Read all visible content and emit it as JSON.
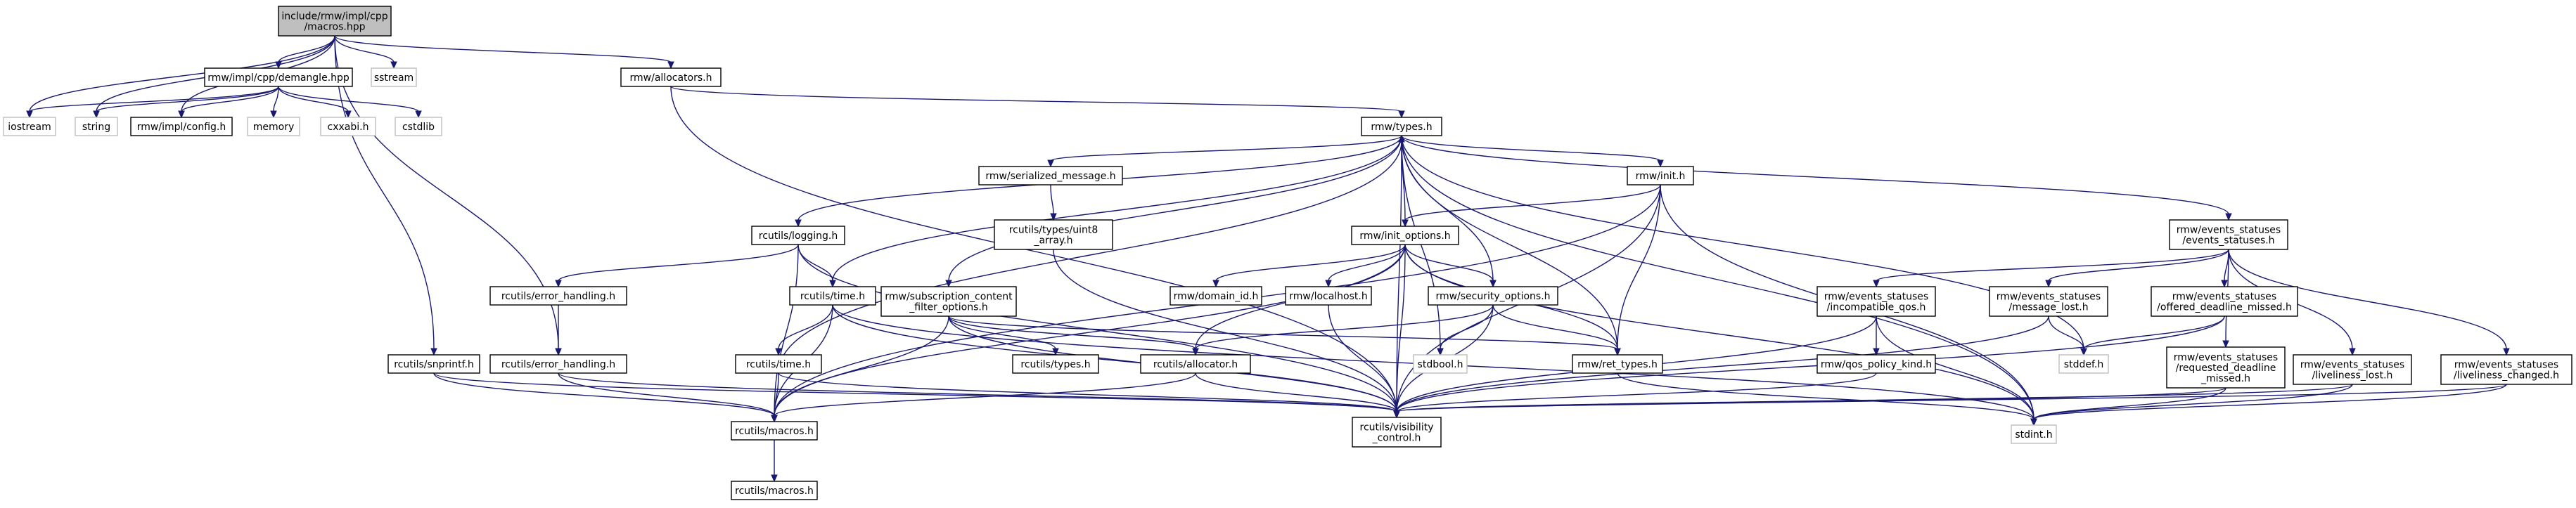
{
  "nodes": [
    {
      "id": "root",
      "label": [
        "include/rmw/impl/cpp",
        "/macros.hpp"
      ],
      "kind": "root"
    },
    {
      "id": "demangle",
      "label": [
        "rmw/impl/cpp/demangle.hpp"
      ],
      "kind": "file"
    },
    {
      "id": "sstream",
      "label": [
        "sstream"
      ],
      "kind": "system"
    },
    {
      "id": "allocators",
      "label": [
        "rmw/allocators.h"
      ],
      "kind": "file"
    },
    {
      "id": "iostream",
      "label": [
        "iostream"
      ],
      "kind": "system"
    },
    {
      "id": "string",
      "label": [
        "string"
      ],
      "kind": "system"
    },
    {
      "id": "config",
      "label": [
        "rmw/impl/config.h"
      ],
      "kind": "file"
    },
    {
      "id": "memory",
      "label": [
        "memory"
      ],
      "kind": "system"
    },
    {
      "id": "cxxabi",
      "label": [
        "cxxabi.h"
      ],
      "kind": "system"
    },
    {
      "id": "cstdlib",
      "label": [
        "cstdlib"
      ],
      "kind": "system"
    },
    {
      "id": "types",
      "label": [
        "rmw/types.h"
      ],
      "kind": "file"
    },
    {
      "id": "serialized_message",
      "label": [
        "rmw/serialized_message.h"
      ],
      "kind": "file"
    },
    {
      "id": "init",
      "label": [
        "rmw/init.h"
      ],
      "kind": "file"
    },
    {
      "id": "uint8_array",
      "label": [
        "rcutils/types/uint8",
        "_array.h"
      ],
      "kind": "file"
    },
    {
      "id": "logging",
      "label": [
        "rcutils/logging.h"
      ],
      "kind": "file"
    },
    {
      "id": "init_options",
      "label": [
        "rmw/init_options.h"
      ],
      "kind": "file"
    },
    {
      "id": "events_statuses",
      "label": [
        "rmw/events_statuses",
        "/events_statuses.h"
      ],
      "kind": "file"
    },
    {
      "id": "err_rmw",
      "label": [
        "rcutils/error_handling.h"
      ],
      "kind": "file"
    },
    {
      "id": "rcutils_time",
      "label": [
        "rcutils/time.h"
      ],
      "kind": "file"
    },
    {
      "id": "sub_content",
      "label": [
        "rmw/subscription_content",
        "_filter_options.h"
      ],
      "kind": "file"
    },
    {
      "id": "domain_id",
      "label": [
        "rmw/domain_id.h"
      ],
      "kind": "file"
    },
    {
      "id": "localhost",
      "label": [
        "rmw/localhost.h"
      ],
      "kind": "file"
    },
    {
      "id": "security_options",
      "label": [
        "rmw/security_options.h"
      ],
      "kind": "file"
    },
    {
      "id": "incompatible_qos",
      "label": [
        "rmw/events_statuses",
        "/incompatible_qos.h"
      ],
      "kind": "file"
    },
    {
      "id": "message_lost",
      "label": [
        "rmw/events_statuses",
        "/message_lost.h"
      ],
      "kind": "file"
    },
    {
      "id": "offered_deadline",
      "label": [
        "rmw/events_statuses",
        "/offered_deadline_missed.h"
      ],
      "kind": "file"
    },
    {
      "id": "err_rc",
      "label": [
        "rcutils/error_handling.h"
      ],
      "kind": "file"
    },
    {
      "id": "snprintf",
      "label": [
        "rcutils/snprintf.h"
      ],
      "kind": "file"
    },
    {
      "id": "rcutils_types",
      "label": [
        "rcutils/types.h"
      ],
      "kind": "file"
    },
    {
      "id": "allocator",
      "label": [
        "rcutils/allocator.h"
      ],
      "kind": "file"
    },
    {
      "id": "time2",
      "label": [
        "rcutils/time.h"
      ],
      "kind": "file"
    },
    {
      "id": "stdbool",
      "label": [
        "stdbool.h"
      ],
      "kind": "system"
    },
    {
      "id": "ret_types",
      "label": [
        "rmw/ret_types.h"
      ],
      "kind": "file"
    },
    {
      "id": "qos_policy_kind",
      "label": [
        "rmw/qos_policy_kind.h"
      ],
      "kind": "file"
    },
    {
      "id": "stddef",
      "label": [
        "stddef.h"
      ],
      "kind": "system"
    },
    {
      "id": "requested_deadline",
      "label": [
        "rmw/events_statuses",
        "/requested_deadline",
        "_missed.h"
      ],
      "kind": "file"
    },
    {
      "id": "liveliness_lost",
      "label": [
        "rmw/events_statuses",
        "/liveliness_lost.h"
      ],
      "kind": "file"
    },
    {
      "id": "liveliness_changed",
      "label": [
        "rmw/events_statuses",
        "/liveliness_changed.h"
      ],
      "kind": "file"
    },
    {
      "id": "macros_h",
      "label": [
        "rcutils/macros.h"
      ],
      "kind": "file"
    },
    {
      "id": "visibility",
      "label": [
        "rcutils/visibility",
        "_control.h"
      ],
      "kind": "file"
    },
    {
      "id": "stdint",
      "label": [
        "stdint.h"
      ],
      "kind": "system"
    },
    {
      "id": "macros_h2",
      "label": [
        "rcutils/macros.h"
      ],
      "kind": "file"
    }
  ],
  "edges": [
    [
      "root",
      "demangle"
    ],
    [
      "root",
      "sstream"
    ],
    [
      "root",
      "allocators"
    ],
    [
      "root",
      "iostream"
    ],
    [
      "root",
      "string"
    ],
    [
      "root",
      "config"
    ],
    [
      "root",
      "err_rc"
    ],
    [
      "root",
      "snprintf"
    ],
    [
      "demangle",
      "iostream"
    ],
    [
      "demangle",
      "string"
    ],
    [
      "demangle",
      "config"
    ],
    [
      "demangle",
      "memory"
    ],
    [
      "demangle",
      "cxxabi"
    ],
    [
      "demangle",
      "cstdlib"
    ],
    [
      "allocators",
      "types"
    ],
    [
      "allocators",
      "visibility"
    ],
    [
      "types",
      "serialized_message"
    ],
    [
      "types",
      "init"
    ],
    [
      "types",
      "logging"
    ],
    [
      "types",
      "init_options"
    ],
    [
      "types",
      "events_statuses"
    ],
    [
      "types",
      "rcutils_time"
    ],
    [
      "types",
      "sub_content"
    ],
    [
      "types",
      "security_options"
    ],
    [
      "types",
      "ret_types"
    ],
    [
      "types",
      "visibility"
    ],
    [
      "types",
      "stddef"
    ],
    [
      "types",
      "stdint"
    ],
    [
      "types",
      "stdbool"
    ],
    [
      "serialized_message",
      "uint8_array"
    ],
    [
      "uint8_array",
      "visibility"
    ],
    [
      "init",
      "init_options"
    ],
    [
      "init",
      "ret_types"
    ],
    [
      "init",
      "visibility"
    ],
    [
      "init",
      "stdint"
    ],
    [
      "init",
      "macros_h"
    ],
    [
      "logging",
      "err_rmw"
    ],
    [
      "logging",
      "rcutils_time"
    ],
    [
      "logging",
      "macros_h"
    ],
    [
      "logging",
      "visibility"
    ],
    [
      "init_options",
      "domain_id"
    ],
    [
      "init_options",
      "localhost"
    ],
    [
      "init_options",
      "security_options"
    ],
    [
      "init_options",
      "allocator"
    ],
    [
      "init_options",
      "ret_types"
    ],
    [
      "init_options",
      "visibility"
    ],
    [
      "init_options",
      "macros_h"
    ],
    [
      "init_options",
      "stdint"
    ],
    [
      "events_statuses",
      "incompatible_qos"
    ],
    [
      "events_statuses",
      "message_lost"
    ],
    [
      "events_statuses",
      "offered_deadline"
    ],
    [
      "events_statuses",
      "requested_deadline"
    ],
    [
      "events_statuses",
      "liveliness_lost"
    ],
    [
      "events_statuses",
      "liveliness_changed"
    ],
    [
      "err_rmw",
      "err_rc"
    ],
    [
      "rcutils_time",
      "time2"
    ],
    [
      "rcutils_time",
      "macros_h"
    ],
    [
      "rcutils_time",
      "visibility"
    ],
    [
      "rcutils_time",
      "stdint"
    ],
    [
      "sub_content",
      "rcutils_types"
    ],
    [
      "sub_content",
      "allocator"
    ],
    [
      "sub_content",
      "ret_types"
    ],
    [
      "sub_content",
      "visibility"
    ],
    [
      "sub_content",
      "macros_h"
    ],
    [
      "localhost",
      "visibility"
    ],
    [
      "security_options",
      "allocator"
    ],
    [
      "security_options",
      "stdbool"
    ],
    [
      "security_options",
      "ret_types"
    ],
    [
      "security_options",
      "visibility"
    ],
    [
      "incompatible_qos",
      "qos_policy_kind"
    ],
    [
      "incompatible_qos",
      "stdint"
    ],
    [
      "incompatible_qos",
      "visibility"
    ],
    [
      "message_lost",
      "stddef"
    ],
    [
      "message_lost",
      "visibility"
    ],
    [
      "offered_deadline",
      "stddef"
    ],
    [
      "offered_deadline",
      "visibility"
    ],
    [
      "err_rc",
      "macros_h"
    ],
    [
      "err_rc",
      "visibility"
    ],
    [
      "snprintf",
      "macros_h"
    ],
    [
      "snprintf",
      "visibility"
    ],
    [
      "allocator",
      "macros_h"
    ],
    [
      "allocator",
      "visibility"
    ],
    [
      "time2",
      "types"
    ],
    [
      "time2",
      "macros_h"
    ],
    [
      "time2",
      "visibility"
    ],
    [
      "ret_types",
      "stdint"
    ],
    [
      "qos_policy_kind",
      "visibility"
    ],
    [
      "requested_deadline",
      "stdint"
    ],
    [
      "requested_deadline",
      "visibility"
    ],
    [
      "liveliness_lost",
      "stdint"
    ],
    [
      "liveliness_lost",
      "visibility"
    ],
    [
      "liveliness_changed",
      "stdint"
    ],
    [
      "liveliness_changed",
      "visibility"
    ],
    [
      "macros_h",
      "macros_h2"
    ]
  ]
}
